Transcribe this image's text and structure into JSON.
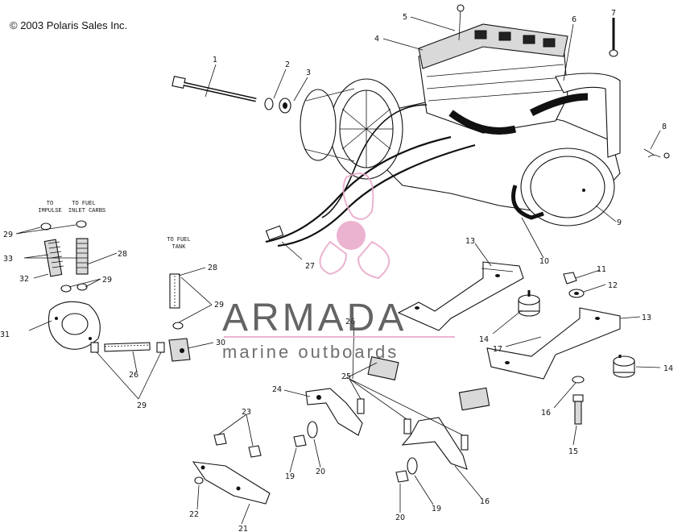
{
  "copyright": "© 2003 Polaris Sales Inc.",
  "watermark": {
    "brand": "ARMADA",
    "tagline": "marine outboards",
    "brand_color": "#4a4a4a",
    "accent_color": "#e8a6c8"
  },
  "notes": {
    "impulse_1": "TO",
    "impulse_2": "IMPULSE",
    "fuel_carbs_1": "TO FUEL",
    "fuel_carbs_2": "INLET CARBS",
    "fuel_tank_1": "TO FUEL",
    "fuel_tank_2": "TANK"
  },
  "callouts": {
    "c1": "1",
    "c2": "2",
    "c3": "3",
    "c4": "4",
    "c5": "5",
    "c6": "6",
    "c7": "7",
    "c8": "8",
    "c9": "9",
    "c10": "10",
    "c11": "11",
    "c12": "12",
    "c13a": "13",
    "c13b": "13",
    "c14a": "14",
    "c14b": "14",
    "c15": "15",
    "c16a": "16",
    "c16b": "16",
    "c17": "17",
    "c19a": "19",
    "c19b": "19",
    "c20a": "20",
    "c20b": "20",
    "c21": "21",
    "c22": "22",
    "c23": "23",
    "c24": "24",
    "c25": "25",
    "c26a": "26",
    "c26b": "26",
    "c27": "27",
    "c28a": "28",
    "c28b": "28",
    "c29a": "29",
    "c29b": "29",
    "c29c": "29",
    "c29d": "29",
    "c30": "30",
    "c31": "31",
    "c32": "32",
    "c33": "33"
  }
}
